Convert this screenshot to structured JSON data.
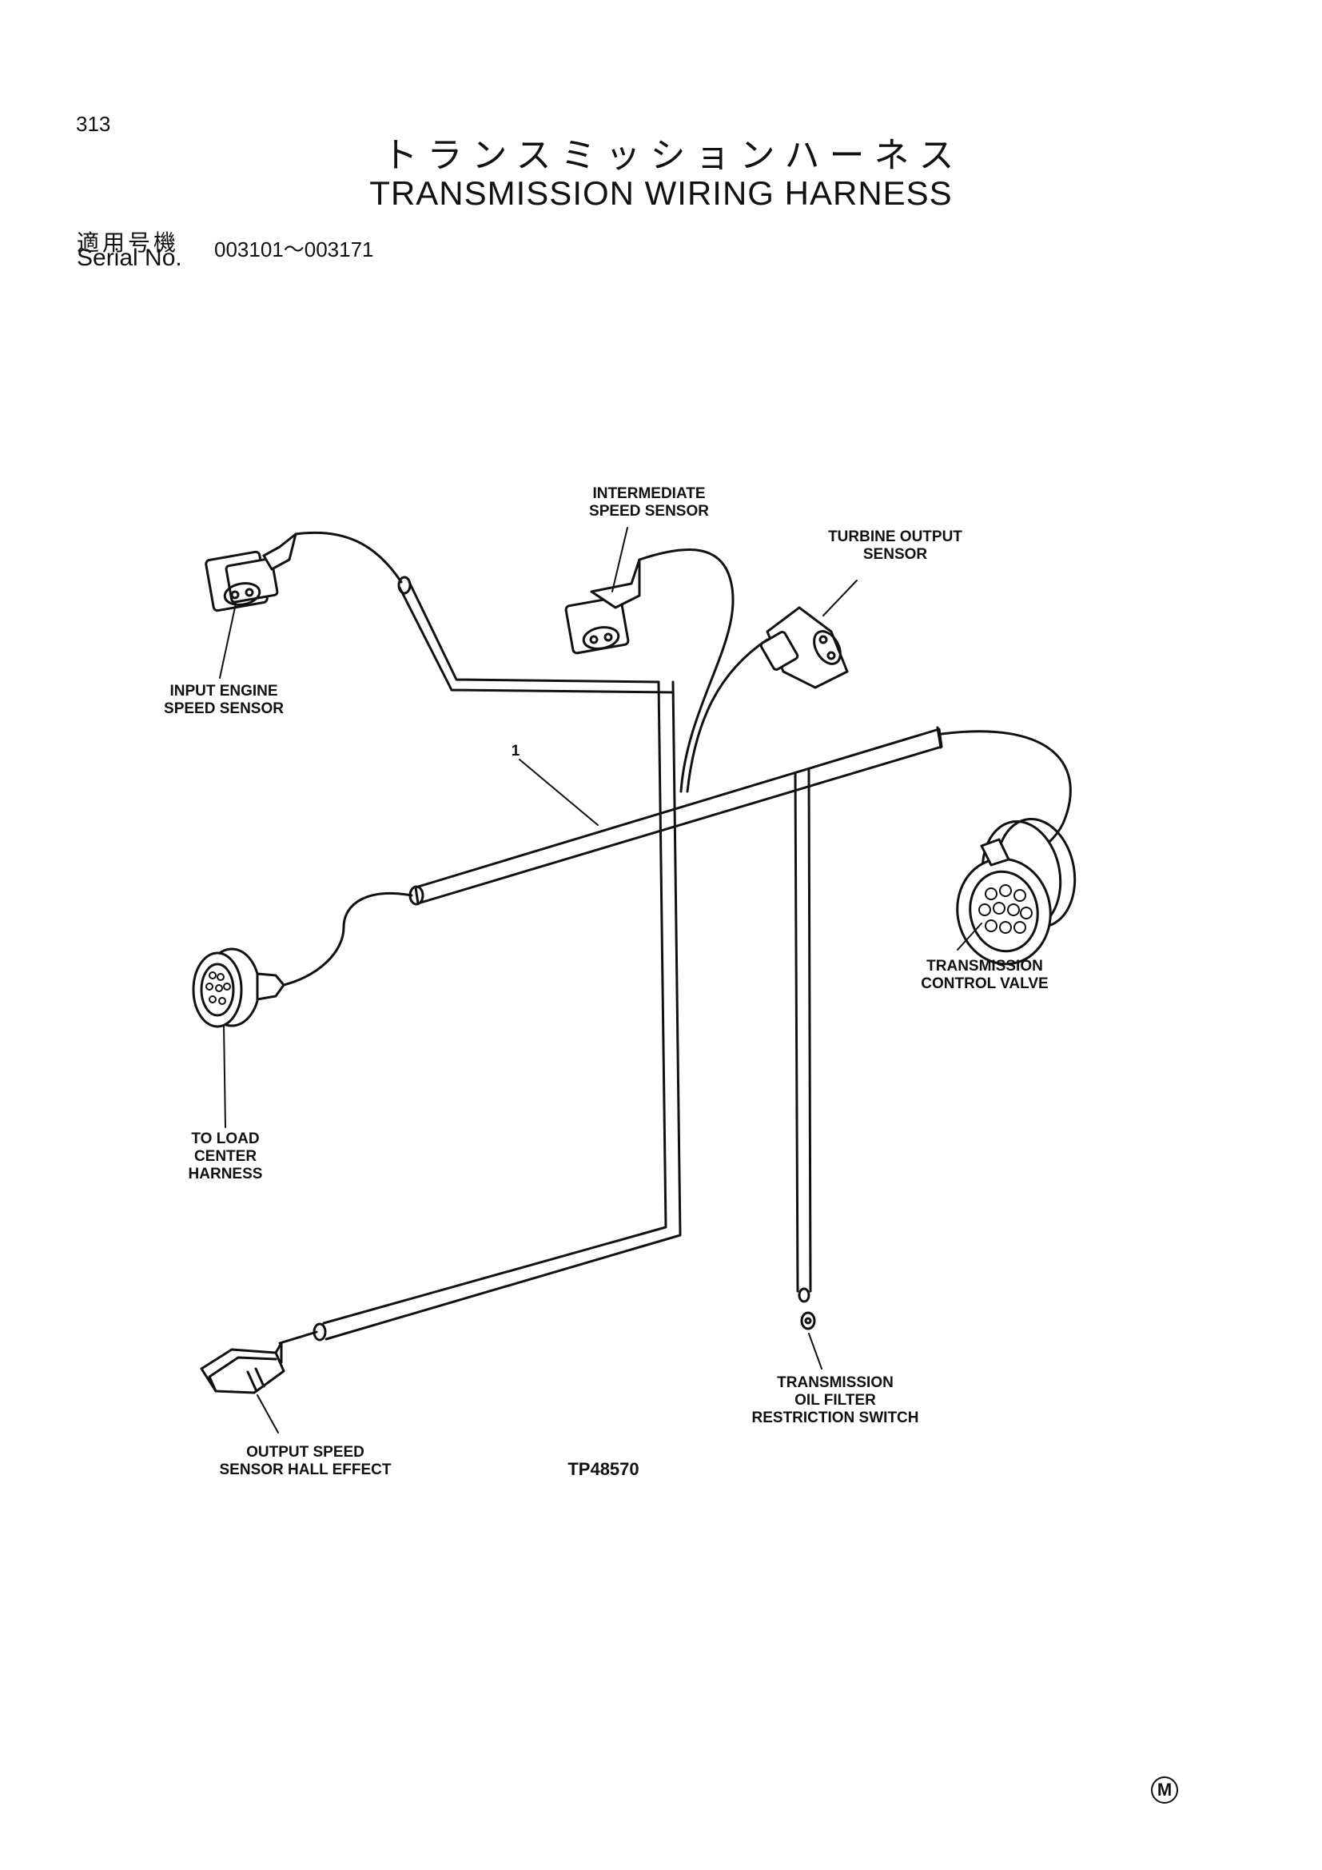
{
  "page": {
    "number": "313"
  },
  "header": {
    "title_ja": "トランスミッションハーネス",
    "title_en": "TRANSMISSION WIRING HARNESS",
    "serial_label_ja": "適用号機",
    "serial_label_en": "Serial No.",
    "serial_range": "003101～003171"
  },
  "diagram": {
    "part_callout": "1",
    "figure_code": "TP48570",
    "labels": {
      "intermediate_speed_sensor": [
        "INTERMEDIATE",
        "SPEED SENSOR"
      ],
      "turbine_output_sensor": [
        "TURBINE OUTPUT",
        "SENSOR"
      ],
      "input_engine_speed_sensor": [
        "INPUT ENGINE",
        "SPEED SENSOR"
      ],
      "transmission_control_valve": [
        "TRANSMISSION",
        "CONTROL VALVE"
      ],
      "to_load_center_harness": [
        "TO LOAD",
        "CENTER",
        "HARNESS"
      ],
      "oil_filter_switch": [
        "TRANSMISSION",
        "OIL FILTER",
        "RESTRICTION SWITCH"
      ],
      "output_speed_sensor": [
        "OUTPUT SPEED",
        "SENSOR HALL EFFECT"
      ]
    }
  },
  "footer": {
    "mark": "M"
  }
}
